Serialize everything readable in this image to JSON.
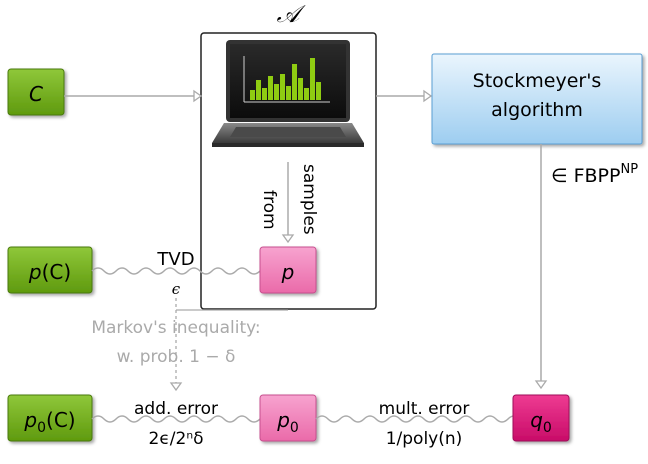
{
  "title": "𝒜",
  "nodes": {
    "c": "C",
    "pc_main": "p",
    "pc_paren": "(C)",
    "p0c_main": "p",
    "p0c_sub": "0",
    "p0c_paren": "(C)",
    "p": "p",
    "p0_main": "p",
    "p0_sub": "0",
    "q0_main": "q",
    "q0_sub": "0",
    "stockmeyer_line1": "Stockmeyer's",
    "stockmeyer_line2": "algorithm"
  },
  "labels": {
    "samples": "samples",
    "from": "from",
    "tvd": "TVD",
    "epsilon": "ϵ",
    "markov_line1": "Markov's inequality:",
    "markov_line2": "w. prob. 1 − δ",
    "fbpp_prefix": "∈ FBPP",
    "fbpp_sup": "NP",
    "add_error": "add. error",
    "add_error_value": "2ϵ/2ⁿδ",
    "mult_error": "mult. error",
    "mult_error_value": "1/poly(n)"
  },
  "colors": {
    "green": "#79b11f",
    "pink": "#f07ab8",
    "magenta": "#e0157a",
    "blue": "#a8d4f2",
    "gray": "#aaaaaa"
  }
}
